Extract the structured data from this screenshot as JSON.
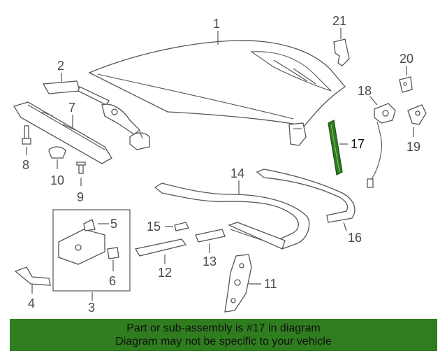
{
  "callouts": {
    "c1": "1",
    "c2": "2",
    "c3": "3",
    "c4": "4",
    "c5": "5",
    "c6": "6",
    "c7": "7",
    "c8": "8",
    "c9": "9",
    "c10": "10",
    "c11": "11",
    "c12": "12",
    "c13": "13",
    "c14": "14",
    "c15": "15",
    "c16": "16",
    "c17": "17",
    "c18": "18",
    "c19": "19",
    "c20": "20",
    "c21": "21"
  },
  "highlight_color": "#2f7d1f",
  "banner": {
    "line1": "Part or sub-assembly is #17 in diagram",
    "line2": "Diagram may not be specific to your vehicle"
  }
}
